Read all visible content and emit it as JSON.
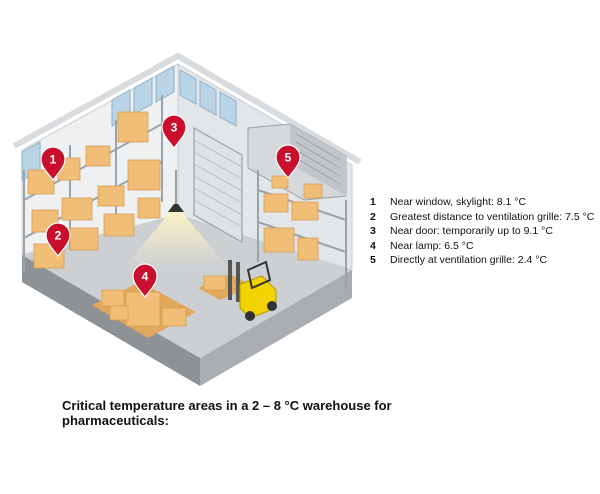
{
  "colors": {
    "pin": "#c8102e",
    "floor": "#cfd1d3",
    "wall": "#f4f5f6",
    "box": "#f2c27d",
    "forklift": "#f2d200"
  },
  "pins": [
    {
      "id": 1,
      "label": "1"
    },
    {
      "id": 2,
      "label": "2"
    },
    {
      "id": 3,
      "label": "3"
    },
    {
      "id": 4,
      "label": "4"
    },
    {
      "id": 5,
      "label": "5"
    }
  ],
  "legend": [
    {
      "num": "1",
      "text": "Near window, skylight: 8.1 °C"
    },
    {
      "num": "2",
      "text": "Greatest distance to ventilation grille: 7.5 °C"
    },
    {
      "num": "3",
      "text": "Near door: temporarily up to 9.1 °C"
    },
    {
      "num": "4",
      "text": "Near lamp: 6.5 °C"
    },
    {
      "num": "5",
      "text": "Directly at ventilation grille: 2.4 °C"
    }
  ],
  "caption": "Critical temperature areas in a 2 – 8 °C warehouse for pharmaceuticals:",
  "icons": {
    "pin": "map-pin-icon",
    "lamp": "ceiling-lamp-icon",
    "forklift": "forklift-icon"
  }
}
